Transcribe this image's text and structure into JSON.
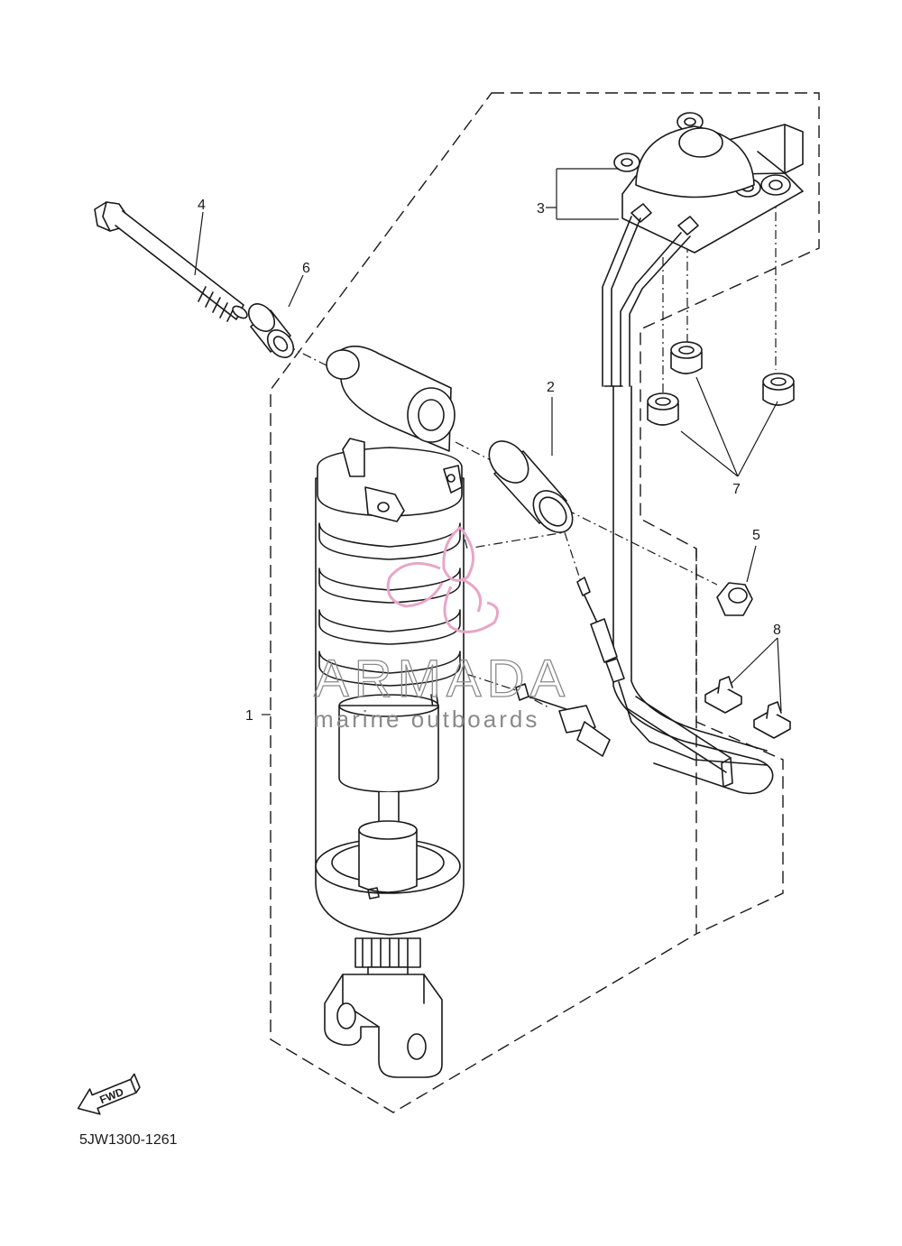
{
  "diagram": {
    "catalog_code": "5JW1300-1261",
    "direction_label": "FWD",
    "callouts": [
      "1",
      "2",
      "3",
      "4",
      "5",
      "6",
      "7",
      "8"
    ],
    "watermark": {
      "title": "ARMADA",
      "subtitle": "marine outboards",
      "color": "#e8a6c8"
    }
  }
}
